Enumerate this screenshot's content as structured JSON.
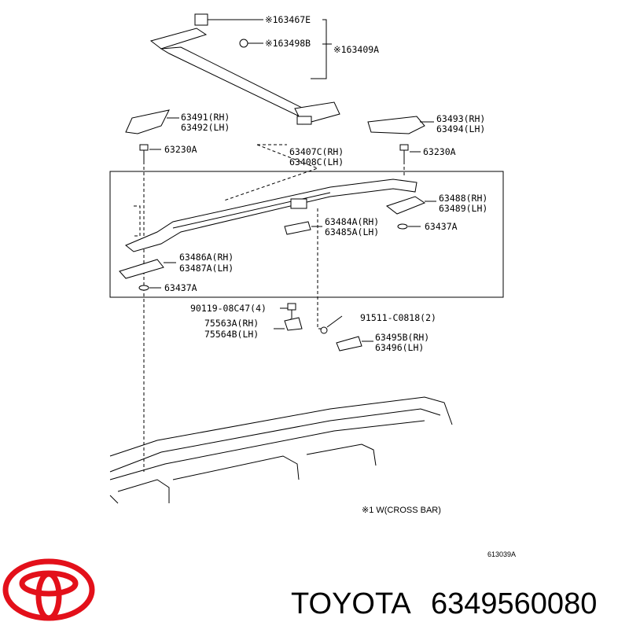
{
  "diagram": {
    "labels": {
      "p163467E": "※163467E",
      "p163498B": "※163498B",
      "p163409A": "※163409A",
      "p63491": "63491(RH)",
      "p63492": "63492(LH)",
      "p63493": "63493(RH)",
      "p63494": "63494(LH)",
      "p63230A_left": "63230A",
      "p63230A_right": "63230A",
      "p63407C": "63407C(RH)",
      "p63408C": "63408C(LH)",
      "p63488": "63488(RH)",
      "p63489": "63489(LH)",
      "p63484A": "63484A(RH)",
      "p63485A": "63485A(LH)",
      "p63437A_right": "63437A",
      "p63486A": "63486A(RH)",
      "p63487A": "63487A(LH)",
      "p63437A_left": "63437A",
      "p90119": "90119-08C47(4)",
      "p91511": "91511-C0818(2)",
      "p75563A": "75563A(RH)",
      "p75564B": "75564B(LH)",
      "p63495B": "63495B(RH)",
      "p63496": "63496(LH)"
    },
    "note": "※1 W(CROSS BAR)",
    "ref_code": "613039A"
  },
  "brand": {
    "name": "TOYOTA",
    "part_number": "6349560080",
    "logo_color": "#e3101a"
  }
}
